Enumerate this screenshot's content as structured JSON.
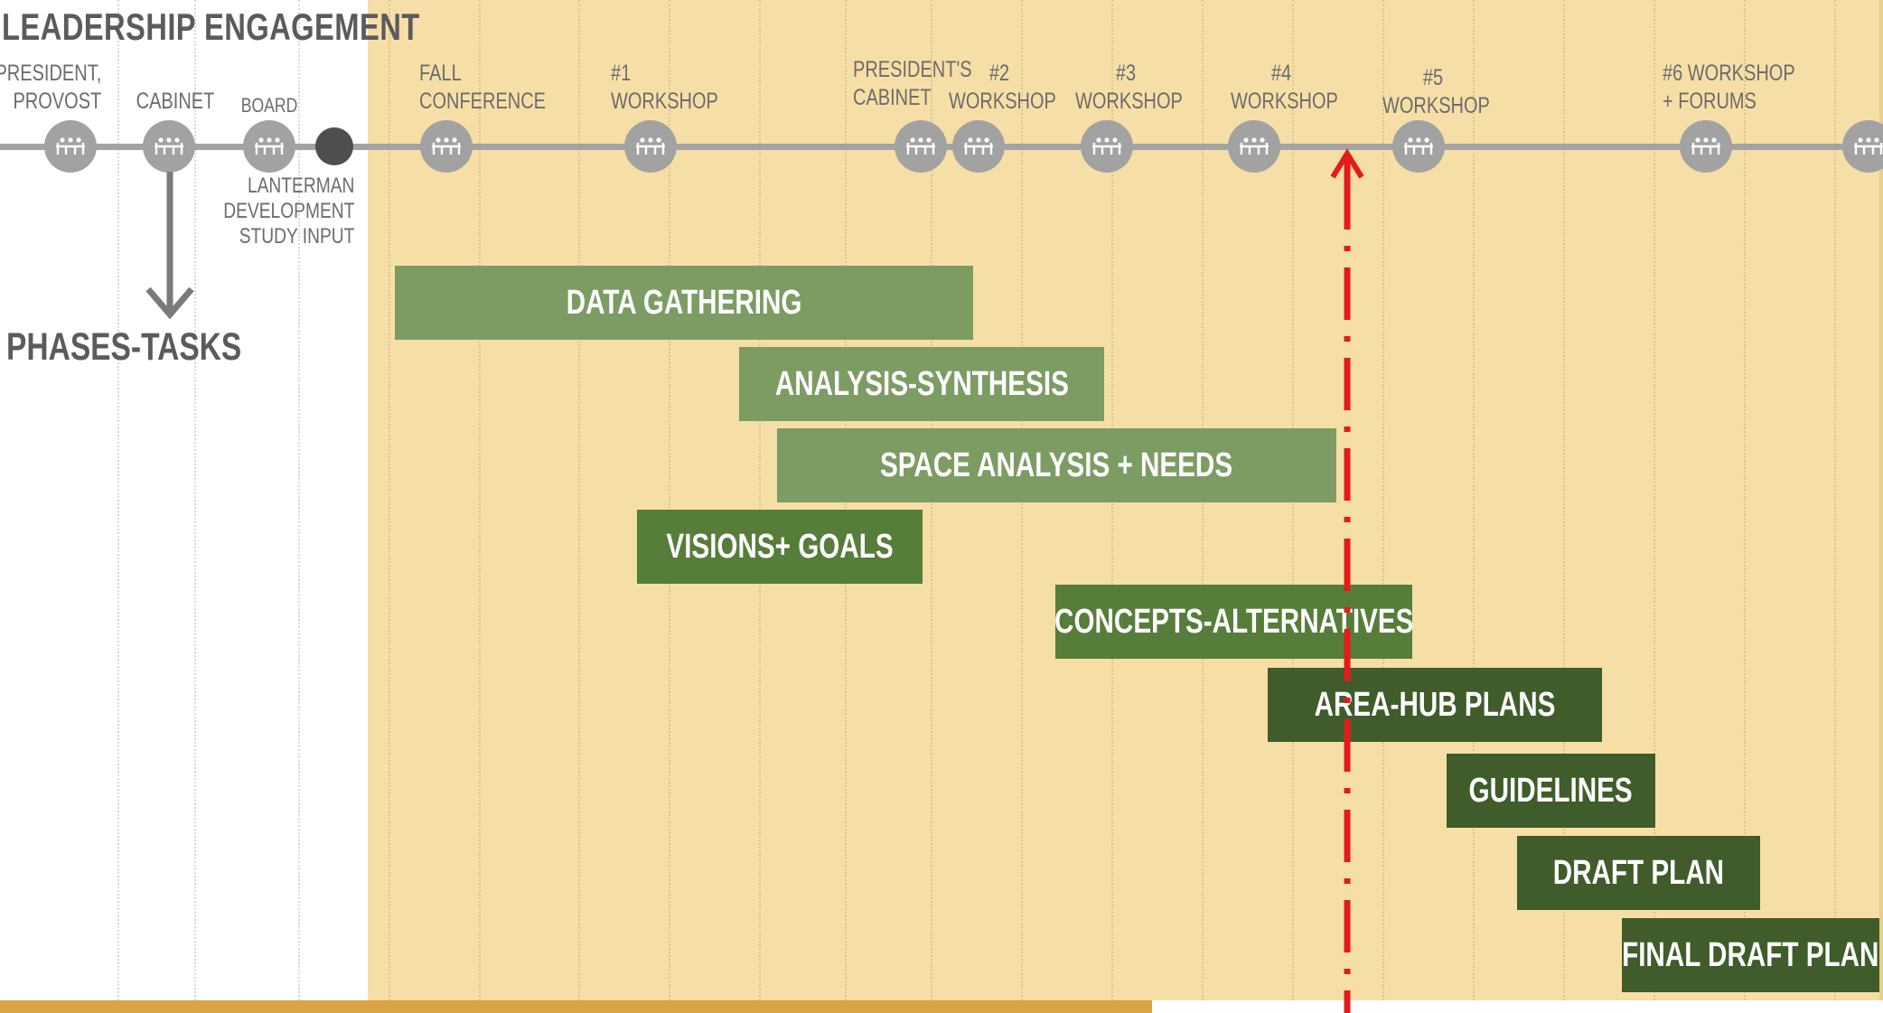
{
  "header": {
    "title": "LEADERSHIP ENGAGEMENT",
    "phases_label": "PHASES-TASKS"
  },
  "milestones": [
    {
      "key": "president-provost",
      "lines": [
        "PRESIDENT,",
        "PROVOST"
      ]
    },
    {
      "key": "cabinet",
      "lines": [
        "CABINET"
      ]
    },
    {
      "key": "board",
      "lines": [
        "BOARD"
      ]
    },
    {
      "key": "lanterman",
      "lines": [
        "LANTERMAN",
        "DEVELOPMENT",
        "STUDY  INPUT"
      ]
    },
    {
      "key": "fall-conference",
      "lines": [
        "FALL",
        "CONFERENCE"
      ]
    },
    {
      "key": "workshop-1",
      "lines": [
        "#1",
        "WORKSHOP"
      ]
    },
    {
      "key": "presidents-cabinet",
      "lines": [
        "PRESIDENT'S",
        "CABINET"
      ]
    },
    {
      "key": "workshop-2",
      "lines": [
        "#2",
        "WORKSHOP"
      ]
    },
    {
      "key": "workshop-3",
      "lines": [
        "#3",
        "WORKSHOP"
      ]
    },
    {
      "key": "workshop-4",
      "lines": [
        "#4",
        "WORKSHOP"
      ]
    },
    {
      "key": "workshop-5",
      "lines": [
        "#5",
        "WORKSHOP"
      ]
    },
    {
      "key": "workshop-6",
      "lines": [
        "#6 WORKSHOP",
        "+ FORUMS"
      ]
    }
  ],
  "node_icon": "meeting-table-icon",
  "tasks": [
    {
      "label": "DATA  GATHERING",
      "color": "#7c9c64"
    },
    {
      "label": "ANALYSIS-SYNTHESIS",
      "color": "#7c9c64"
    },
    {
      "label": "SPACE  ANALYSIS + NEEDS",
      "color": "#7c9c64"
    },
    {
      "label": "VISIONS+ GOALS",
      "color": "#567d3a"
    },
    {
      "label": "CONCEPTS-ALTERNATIVES",
      "color": "#567d3a"
    },
    {
      "label": "AREA-HUB PLANS",
      "color": "#3f5c2a"
    },
    {
      "label": "GUIDELINES",
      "color": "#3f5c2a"
    },
    {
      "label": "DRAFT PLAN",
      "color": "#3f5c2a"
    },
    {
      "label": "FINAL DRAFT PLAN",
      "color": "#3f5c2a"
    }
  ],
  "colors": {
    "band": "#f6dfa6",
    "timeline": "#a3a3a3",
    "node": "#a2a2a2",
    "today_marker": "#e41b1b",
    "bottom_bar": "#d9a444"
  }
}
